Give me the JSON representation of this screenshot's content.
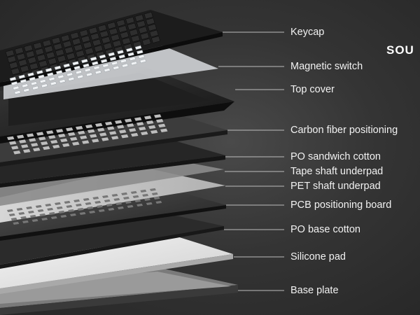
{
  "brand_text": "SOU",
  "layers": [
    {
      "key": "keycap",
      "label": "Keycap"
    },
    {
      "key": "magnetic-switch",
      "label": "Magnetic switch"
    },
    {
      "key": "top-cover",
      "label": "Top cover"
    },
    {
      "key": "carbon-fiber-positioning",
      "label": "Carbon fiber positioning"
    },
    {
      "key": "po-sandwich-cotton",
      "label": "PO sandwich cotton"
    },
    {
      "key": "tape-shaft-underpad",
      "label": "Tape shaft underpad"
    },
    {
      "key": "pet-shaft-underpad",
      "label": "PET shaft underpad"
    },
    {
      "key": "pcb-positioning-board",
      "label": "PCB positioning board"
    },
    {
      "key": "po-base-cotton",
      "label": "PO base cotton"
    },
    {
      "key": "silicone-pad",
      "label": "Silicone pad"
    },
    {
      "key": "base-plate",
      "label": "Base plate"
    }
  ],
  "colors": {
    "background": "#333333",
    "label_text": "#f2f2f2",
    "leader_line": "#bdbdbd"
  }
}
